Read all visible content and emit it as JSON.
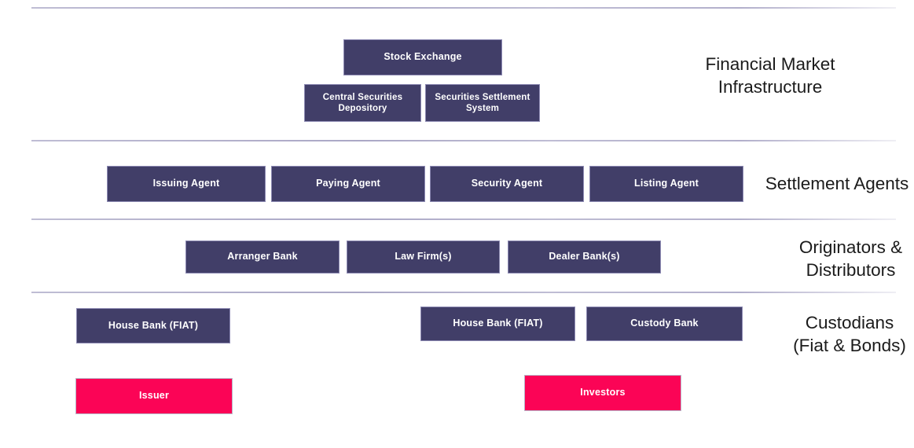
{
  "colors": {
    "box_dark": "#413e68",
    "box_pink": "#fb0456",
    "box_border": "#8d8ab3",
    "pink_border": "#b9b7c9",
    "divider": "#bfbdd4",
    "box_text": "#ffffff",
    "label_text": "#1b1b1b"
  },
  "sections": [
    {
      "label": "Financial Market\nInfrastructure",
      "boxes": [
        {
          "label": "Stock Exchange"
        },
        {
          "label": "Central Securities Depository"
        },
        {
          "label": "Securities Settlement System"
        }
      ]
    },
    {
      "label": "Settlement Agents",
      "boxes": [
        {
          "label": "Issuing Agent"
        },
        {
          "label": "Paying Agent"
        },
        {
          "label": "Security Agent"
        },
        {
          "label": "Listing Agent"
        }
      ]
    },
    {
      "label": "Originators &\nDistributors",
      "boxes": [
        {
          "label": "Arranger Bank"
        },
        {
          "label": "Law Firm(s)"
        },
        {
          "label": "Dealer Bank(s)"
        }
      ]
    },
    {
      "label": "Custodians\n(Fiat & Bonds)",
      "boxes": [
        {
          "label": "House Bank (FIAT)"
        },
        {
          "label": "House Bank (FIAT)"
        },
        {
          "label": "Custody Bank"
        }
      ]
    },
    {
      "label": "",
      "boxes": [
        {
          "label": "Issuer"
        },
        {
          "label": "Investors"
        }
      ]
    }
  ]
}
